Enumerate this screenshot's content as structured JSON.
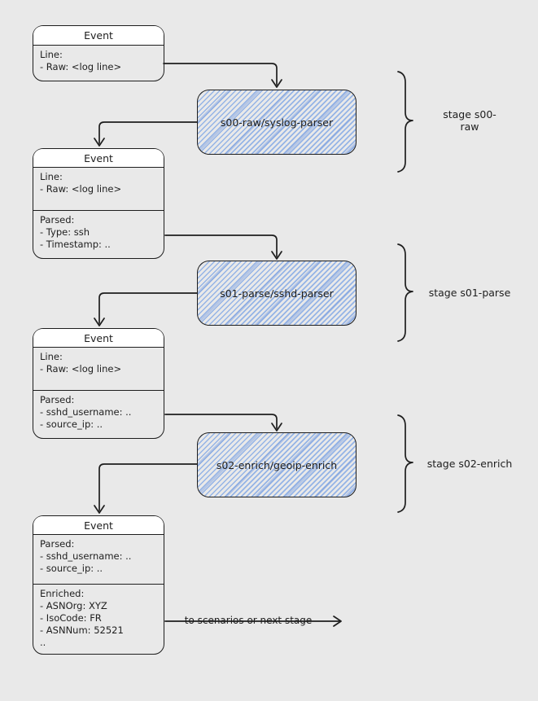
{
  "colors": {
    "background": "#e9e9e9",
    "stroke": "#1e1e1e",
    "hatch_blue": "#8caee6",
    "box_fill": "#ffffff"
  },
  "events": [
    {
      "title": "Event",
      "section1": "Line:\n - Raw: <log line>"
    },
    {
      "title": "Event",
      "section1": "Line:\n - Raw: <log line>",
      "section2": "Parsed:\n - Type: ssh\n - Timestamp: ..\n.."
    },
    {
      "title": "Event",
      "section1": "Line:\n - Raw: <log line>",
      "section2": "Parsed:\n - sshd_username: ..\n - source_ip: ..\n.."
    },
    {
      "title": "Event",
      "section1": "Parsed:\n - sshd_username: ..\n - source_ip: ..",
      "section2": "Enriched:\n - ASNOrg: XYZ\n - IsoCode: FR\n - ASNNum: 52521\n.."
    }
  ],
  "parsers": [
    {
      "label": "s00-raw/syslog-parser"
    },
    {
      "label": "s01-parse/sshd-parser"
    },
    {
      "label": "s02-enrich/geoip-enrich"
    }
  ],
  "stages": [
    {
      "label": "stage s00-\nraw"
    },
    {
      "label": "stage s01-parse"
    },
    {
      "label": "stage s02-enrich"
    }
  ],
  "output_arrow": {
    "label": "to scenarios or next stage"
  }
}
